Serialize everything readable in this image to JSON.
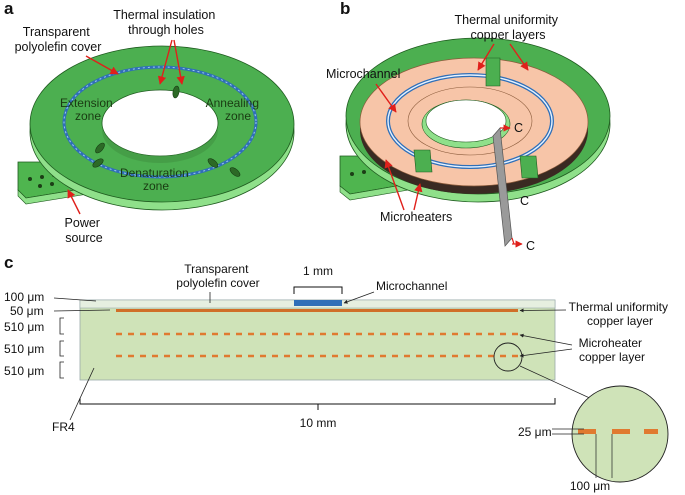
{
  "panel_a": {
    "letter": "a",
    "cover_label": [
      "Transparent",
      "polyolefin cover"
    ],
    "insulation_label": [
      "Thermal insulation",
      "through holes"
    ],
    "zone_extension": [
      "Extension",
      "zone"
    ],
    "zone_annealing": [
      "Annealing",
      "zone"
    ],
    "zone_denaturation": [
      "Denaturation",
      "zone"
    ],
    "power_label": [
      "Power",
      "source"
    ]
  },
  "panel_b": {
    "letter": "b",
    "copper_label": [
      "Thermal uniformity",
      "copper layers"
    ],
    "microchannel_label": "Microchannel",
    "microheaters_label": "Microheaters",
    "section_marks": [
      "C",
      "C",
      "C"
    ]
  },
  "panel_c": {
    "letter": "c",
    "cover_label": [
      "Transparent",
      "polyolefin cover"
    ],
    "channel_width": "1 mm",
    "microchannel_label": "Microchannel",
    "copper_label": [
      "Thermal uniformity",
      "copper layer"
    ],
    "heater_label": [
      "Microheater",
      "copper layer"
    ],
    "dims_left": [
      "100 μm",
      "50 μm",
      "510 μm",
      "510 μm",
      "510 μm"
    ],
    "substrate_label": "FR4",
    "board_width": "10 mm",
    "inset_thickness": "25 μm",
    "inset_gap": "100 μm"
  },
  "colors": {
    "board_green": "#4caf50",
    "board_light": "#8fe08a",
    "copper": "#f7c5a8",
    "channel_blue": "#2f6fb8",
    "heater_orange": "#e07a30",
    "fr4_fill": "#cfe3b8",
    "arrow_red": "#e0201b"
  }
}
